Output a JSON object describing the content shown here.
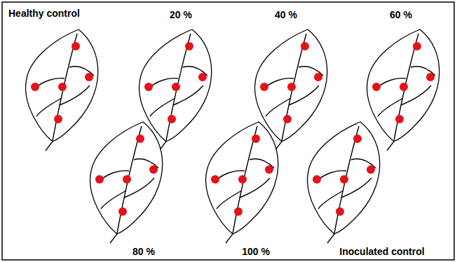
{
  "diagram": {
    "nodes": [
      {
        "text": [
          "Healthy control"
        ]
      },
      {
        "text": [
          "20 %"
        ]
      },
      {
        "text": [
          "40 %"
        ]
      },
      {
        "text": [
          "60 %"
        ]
      },
      {
        "text": [
          "80 %"
        ]
      },
      {
        "text": [
          "100 %"
        ]
      },
      {
        "text": [
          "Inoculated control"
        ]
      }
    ]
  }
}
